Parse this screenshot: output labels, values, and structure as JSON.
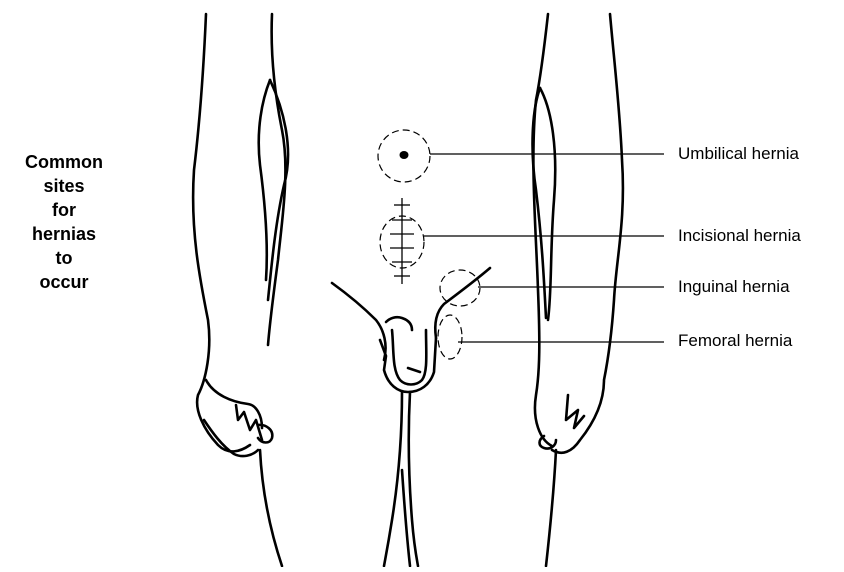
{
  "title": {
    "lines": [
      "Common",
      "sites",
      "for",
      "hernias",
      "to",
      "occur"
    ]
  },
  "labels": {
    "umbilical": "Umbilical hernia",
    "incisional": "Incisional hernia",
    "inguinal": "Inguinal hernia",
    "femoral": "Femoral hernia"
  }
}
